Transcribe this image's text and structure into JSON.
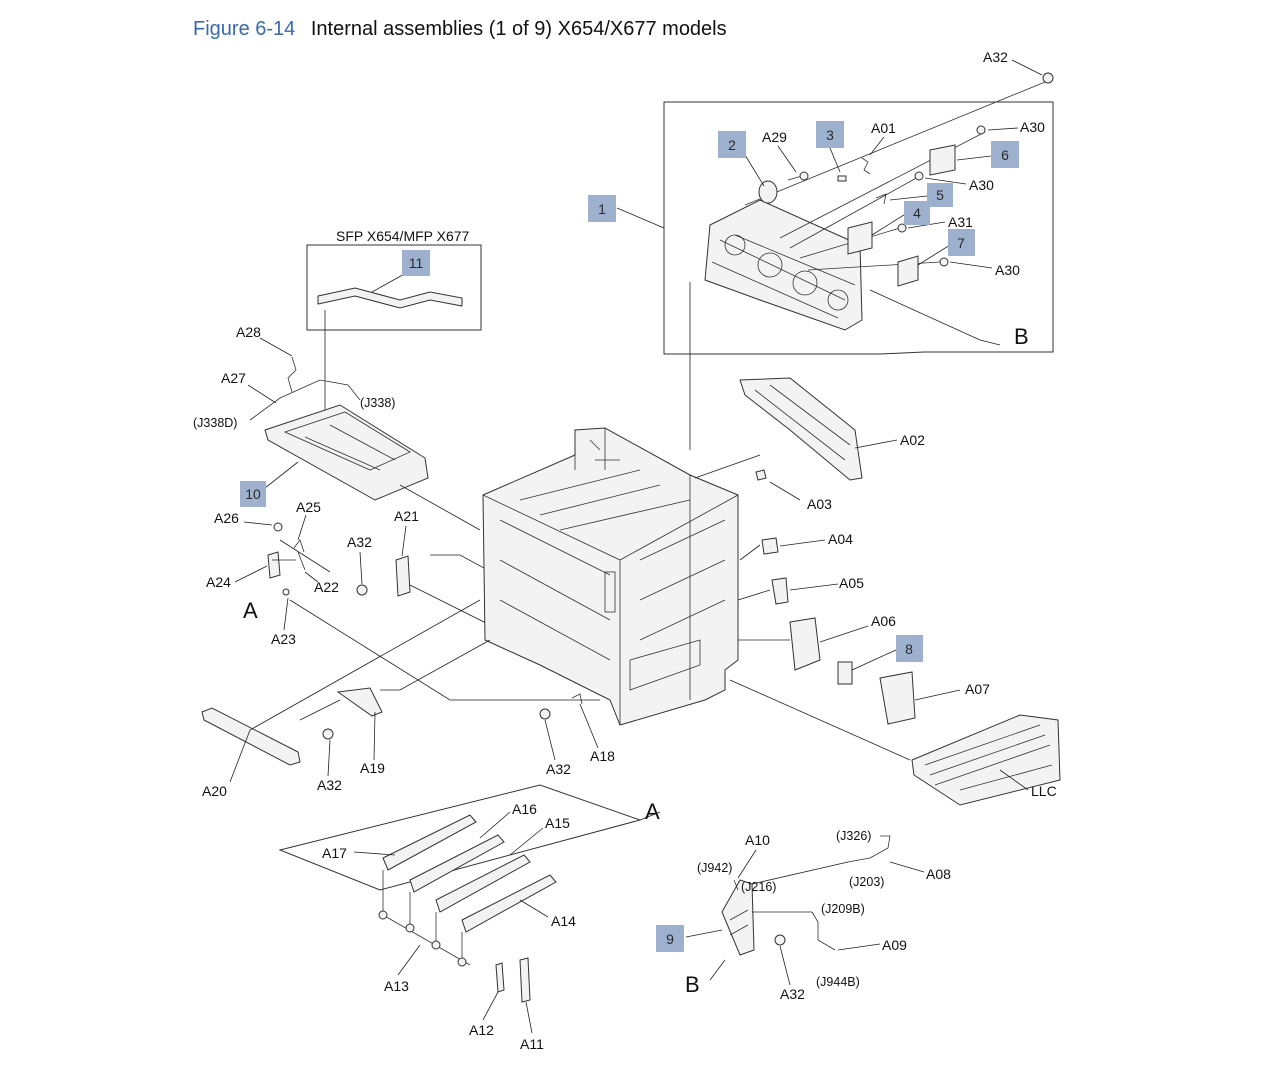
{
  "figure": {
    "number": "Figure 6-14",
    "caption": "Internal assemblies (1 of 9) X654/X677 models"
  },
  "inset_title": "SFP X654/MFP X677",
  "callouts": [
    "1",
    "2",
    "3",
    "4",
    "5",
    "6",
    "7",
    "8",
    "9",
    "10",
    "11"
  ],
  "labels": {
    "A01": "A01",
    "A02": "A02",
    "A03": "A03",
    "A04": "A04",
    "A05": "A05",
    "A06": "A06",
    "A07": "A07",
    "A08": "A08",
    "A09": "A09",
    "A10": "A10",
    "A11": "A11",
    "A12": "A12",
    "A13": "A13",
    "A14": "A14",
    "A15": "A15",
    "A16": "A16",
    "A17": "A17",
    "A18": "A18",
    "A19": "A19",
    "A20": "A20",
    "A21": "A21",
    "A22": "A22",
    "A23": "A23",
    "A24": "A24",
    "A25": "A25",
    "A26": "A26",
    "A27": "A27",
    "A28": "A28",
    "A29": "A29",
    "A30": "A30",
    "A31": "A31",
    "A32": "A32",
    "LLC": "LLC"
  },
  "refs": {
    "A": "A",
    "B": "B"
  },
  "connectors": {
    "J338": "(J338)",
    "J338D": "(J338D)",
    "J326": "(J326)",
    "J942": "(J942)",
    "J216": "(J216)",
    "J203": "(J203)",
    "J209B": "(J209B)",
    "J944B": "(J944B)"
  },
  "colors": {
    "figure_blue": "#3a6aa8",
    "callout_fill": "#9db1cf"
  }
}
